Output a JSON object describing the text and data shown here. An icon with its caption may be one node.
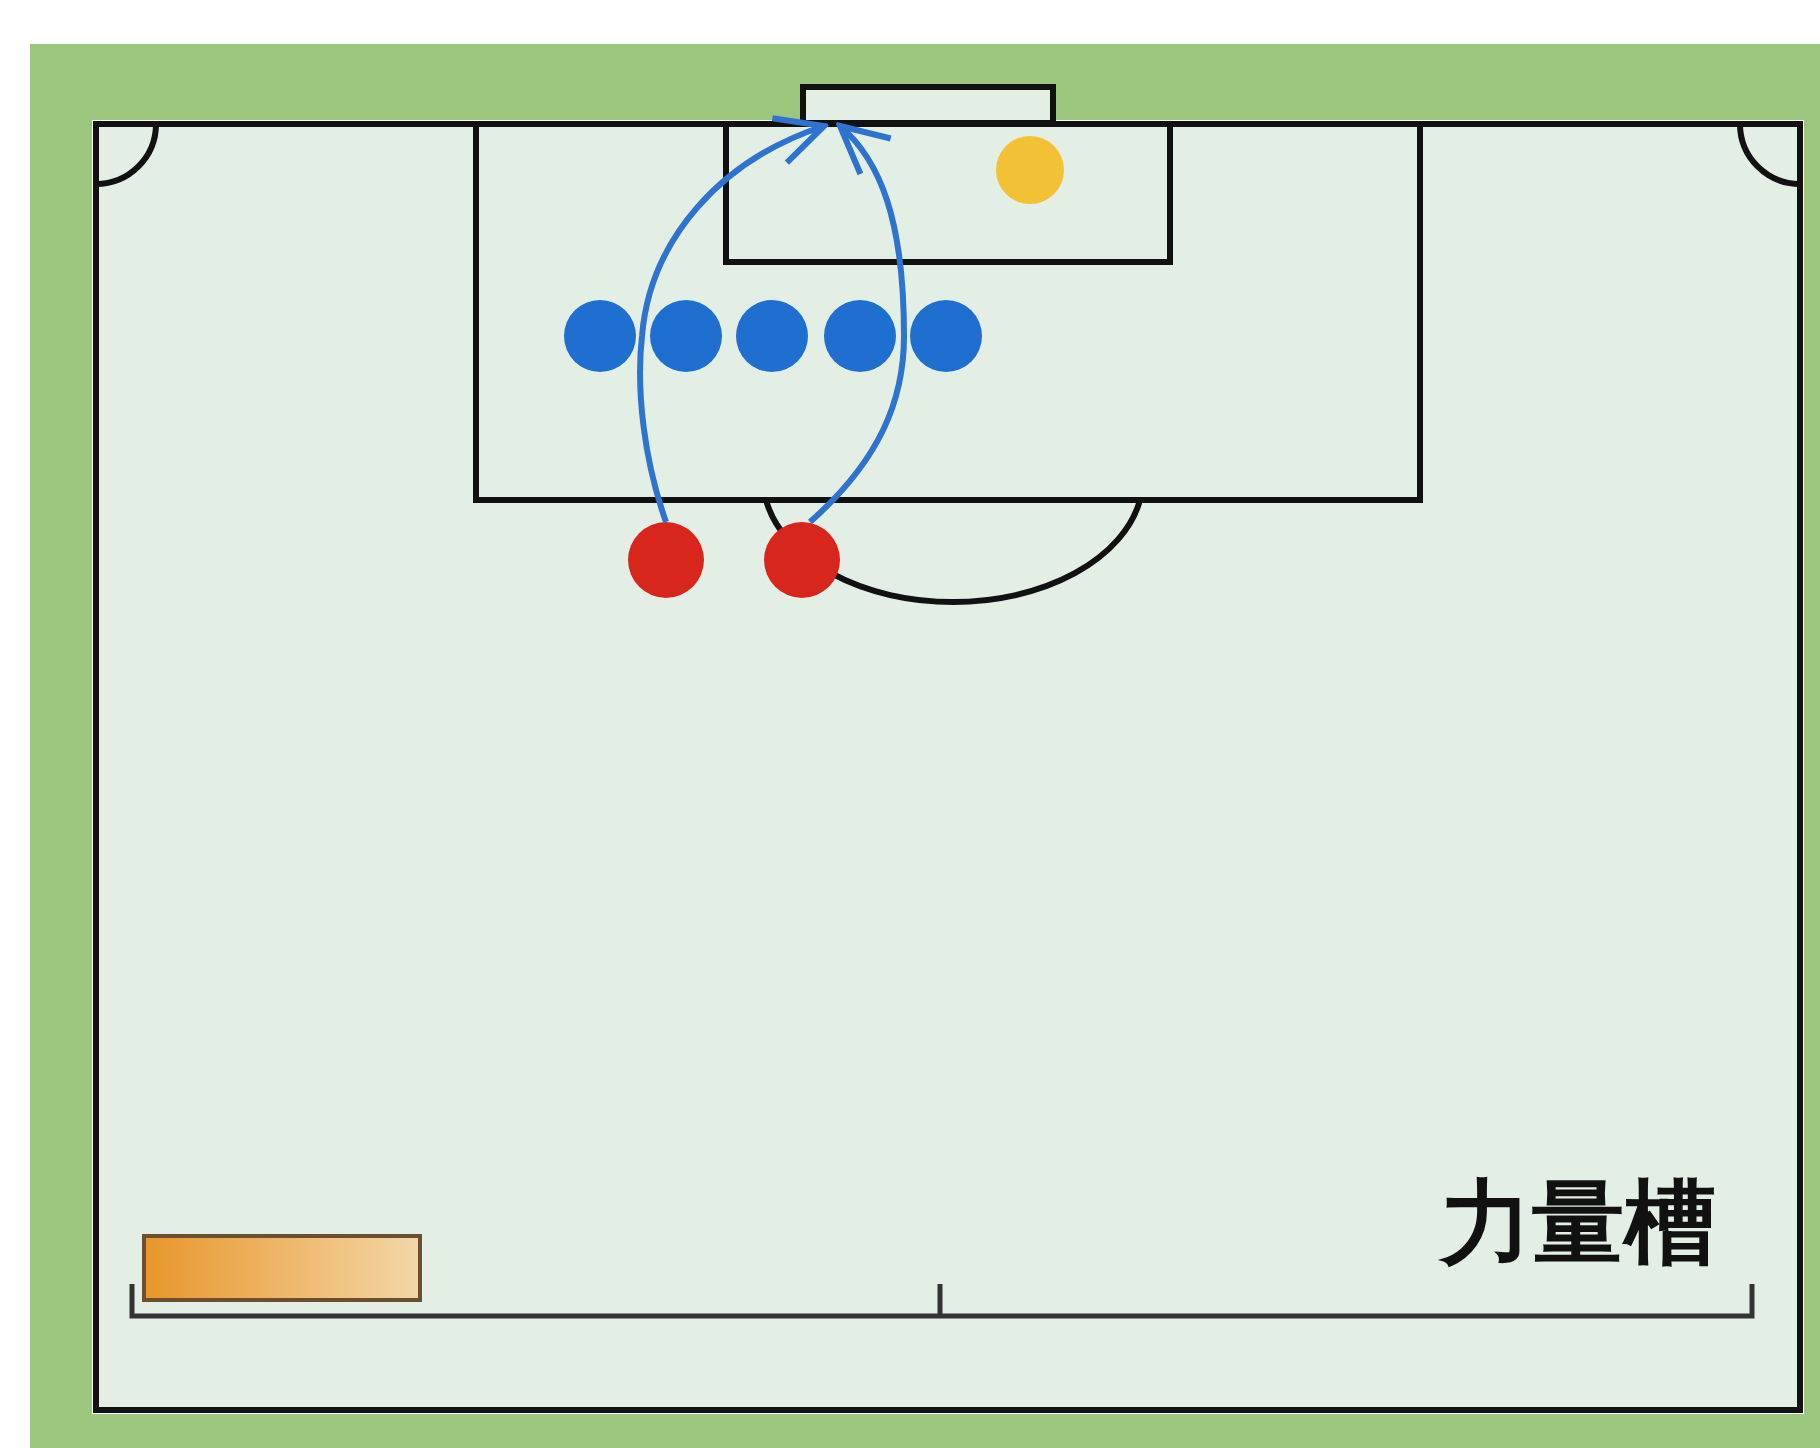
{
  "diagram": {
    "nodes": [
      {
        "text": [],
        "shape": "box"
      },
      {
        "text": [],
        "shape": "circle"
      },
      {
        "text": [],
        "shape": "circle"
      },
      {
        "text": [],
        "shape": "circle"
      },
      {
        "text": [],
        "shape": "circle"
      },
      {
        "text": [],
        "shape": "circle"
      },
      {
        "text": [],
        "shape": "circle"
      },
      {
        "text": [],
        "shape": "circle"
      },
      {
        "text": [],
        "shape": "circle"
      }
    ],
    "edges": [
      {
        "from": 7,
        "to": 0,
        "arrow": "to"
      },
      {
        "from": 8,
        "to": 0,
        "arrow": "to"
      }
    ],
    "labels": [
      "力量槽"
    ]
  }
}
